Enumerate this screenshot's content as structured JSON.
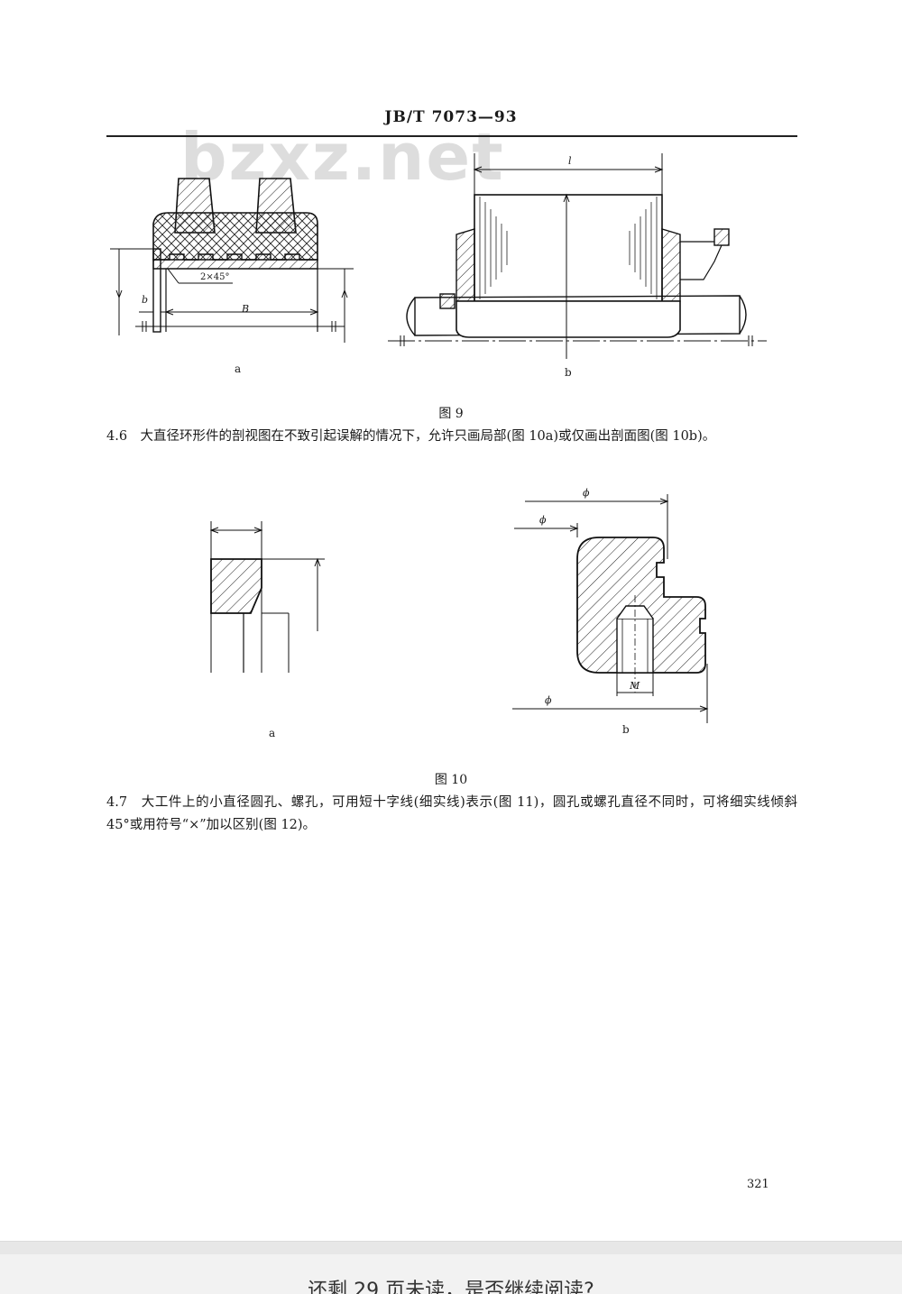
{
  "header": {
    "standard_id": "JB/T 7073—93"
  },
  "watermark": {
    "text": "bzxz.net"
  },
  "figure9": {
    "caption": "图 9",
    "sub_a": "a",
    "sub_b": "b",
    "dim_chamfer": "2×45°",
    "dim_B": "B",
    "dim_b": "b",
    "dim_l": "l"
  },
  "section_4_6": {
    "text": "4.6　大直径环形件的剖视图在不致引起误解的情况下，允许只画局部(图 10a)或仅画出剖面图(图 10b)。"
  },
  "figure10": {
    "caption": "图 10",
    "sub_a": "a",
    "sub_b": "b",
    "dim_M": "M",
    "dim_phi": "ϕ"
  },
  "section_4_7": {
    "text": "4.7　大工件上的小直径圆孔、螺孔，可用短十字线(细实线)表示(图 11)，圆孔或螺孔直径不同时，可将细实线倾斜 45°或用符号“×”加以区别(图 12)。"
  },
  "page_number": "321",
  "footer": {
    "prompt": "还剩 29 页未读，是否继续阅读?"
  }
}
